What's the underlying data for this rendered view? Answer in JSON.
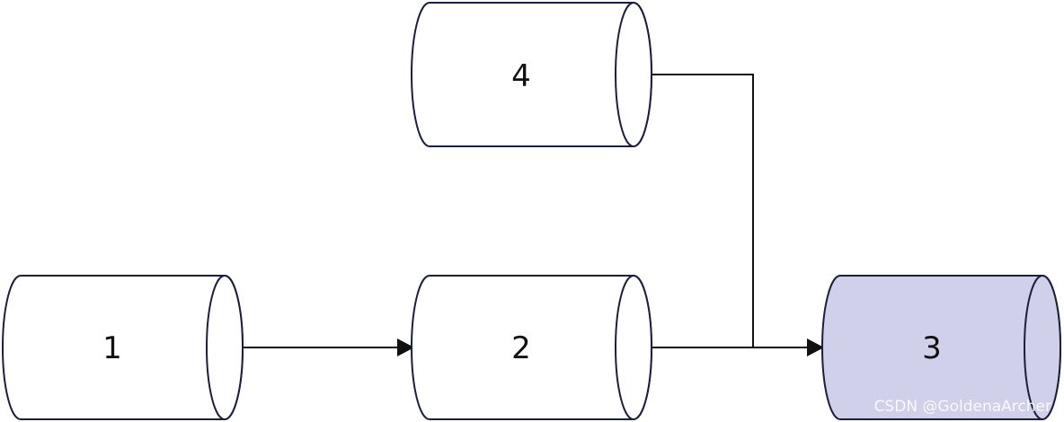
{
  "diagram": {
    "nodes": [
      {
        "id": "1",
        "label": "1",
        "fill": "#ffffff"
      },
      {
        "id": "2",
        "label": "2",
        "fill": "#ffffff"
      },
      {
        "id": "3",
        "label": "3",
        "fill": "#d0d0ea"
      },
      {
        "id": "4",
        "label": "4",
        "fill": "#ffffff"
      }
    ],
    "edges": [
      {
        "from": "1",
        "to": "2"
      },
      {
        "from": "2",
        "to": "3"
      },
      {
        "from": "4",
        "to": "3"
      }
    ],
    "stroke_color": "#1a1f3a",
    "arrow_color": "#111111"
  },
  "watermark": "CSDN @GoldenaArcher"
}
